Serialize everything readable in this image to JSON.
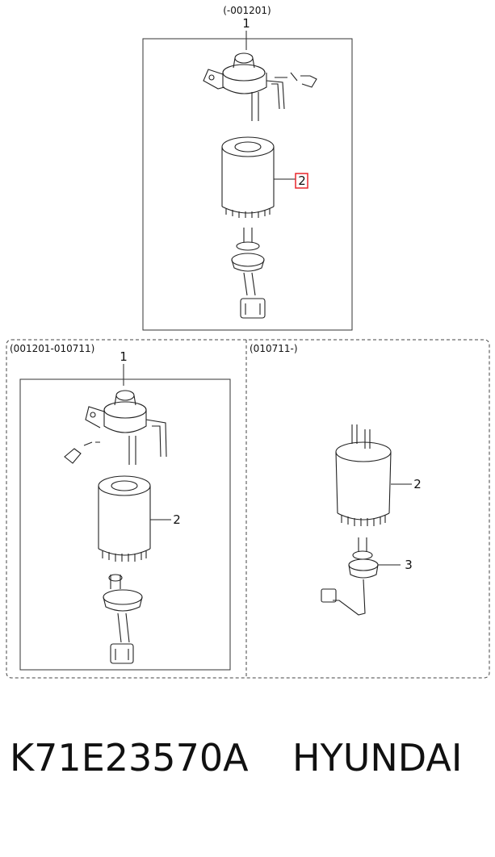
{
  "top_section": {
    "range": "(-001201)",
    "callouts": {
      "housing": "1",
      "filter": "2"
    }
  },
  "left_section": {
    "range": "(001201-010711)",
    "callouts": {
      "housing": "1",
      "filter": "2"
    }
  },
  "right_section": {
    "range": "(010711-)",
    "callouts": {
      "filter": "2",
      "sensor": "3"
    }
  },
  "footer": {
    "part_number": "K71E23570A",
    "brand": "HYUNDAI"
  },
  "colors": {
    "highlight": "#e8262b",
    "line": "#222222"
  }
}
